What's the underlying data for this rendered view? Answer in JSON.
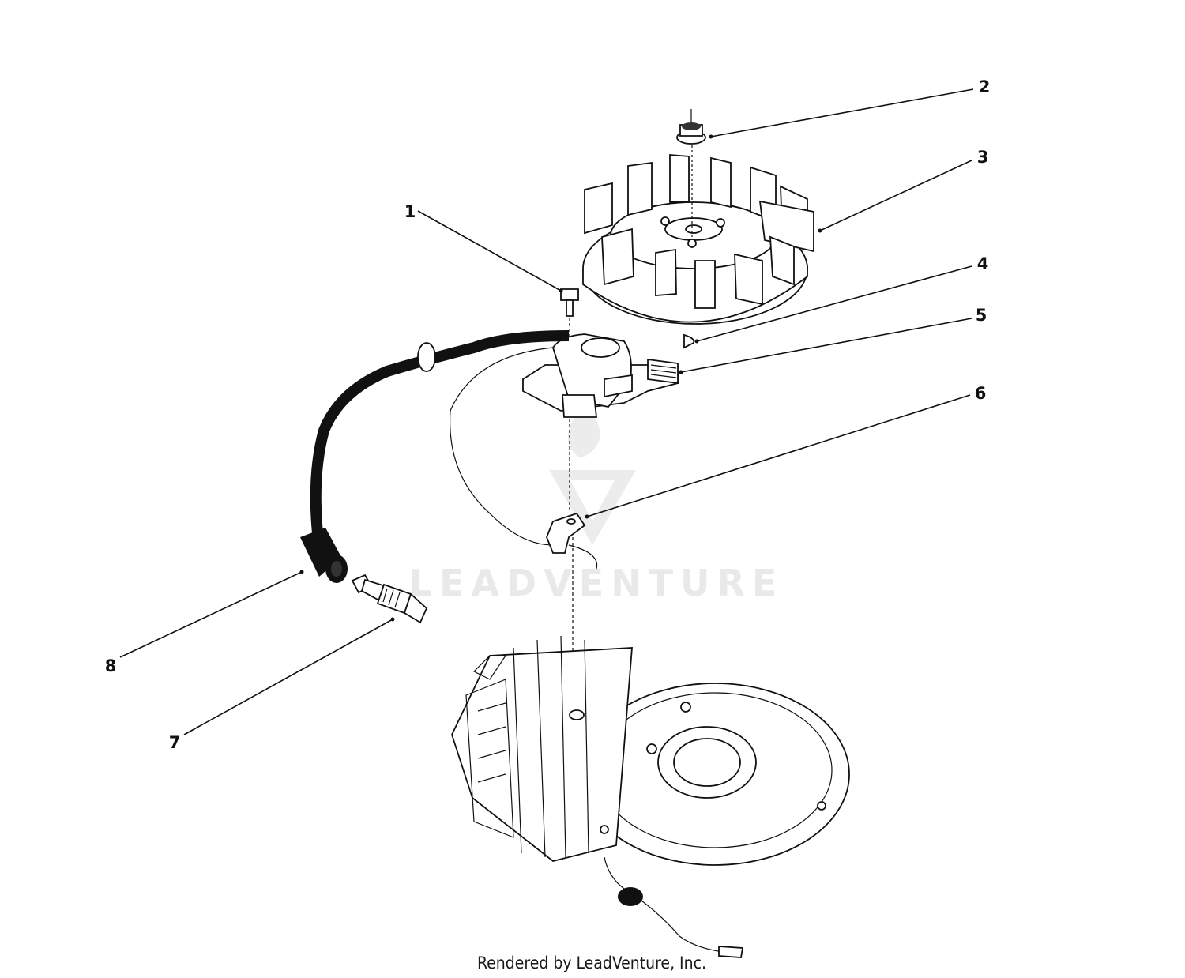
{
  "diagram": {
    "callouts": [
      "1",
      "2",
      "3",
      "4",
      "5",
      "6",
      "7",
      "8"
    ],
    "watermark": "LEADVENTURE",
    "credit": "Rendered by LeadVenture, Inc."
  },
  "colors": {
    "ink": "#111111",
    "watermark": "#e9e9e9",
    "background": "#ffffff"
  }
}
